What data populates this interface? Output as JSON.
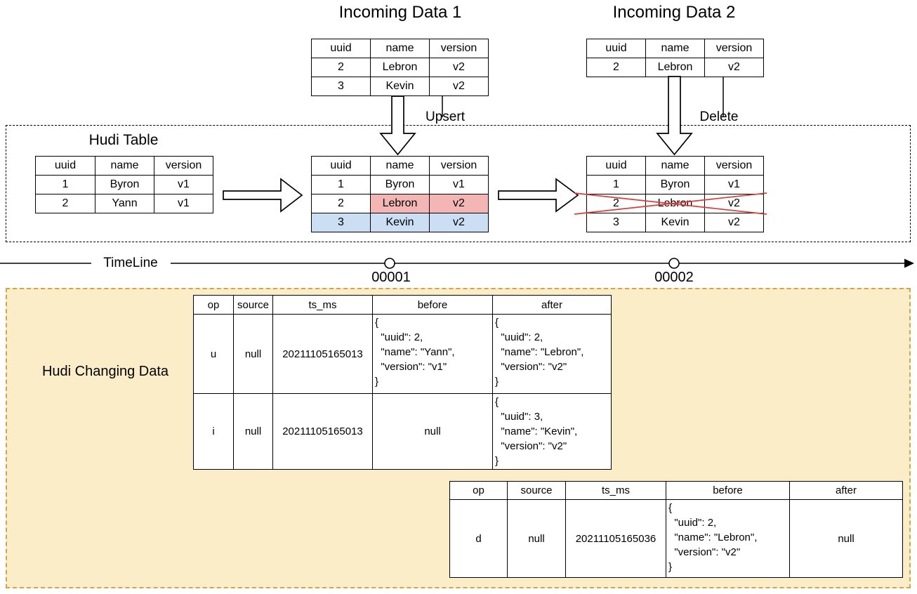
{
  "titles": {
    "incoming1": "Incoming Data 1",
    "incoming2": "Incoming Data 2",
    "hudi_table": "Hudi Table",
    "timeline": "TimeLine",
    "changing_data": "Hudi Changing Data"
  },
  "labels": {
    "upsert": "Upsert",
    "delete": "Delete",
    "commit1": "00001",
    "commit2": "00002"
  },
  "colors": {
    "highlight_red_fill": "#F4B6B4",
    "highlight_red_border": "#BC5854",
    "highlight_blue_fill": "#CBDEF4",
    "highlight_blue_border": "#6C8EBF",
    "cross_red": "#DB3B3B",
    "changing_bg": "#FCEDC9",
    "changing_border": "#CDA64E"
  },
  "record_tables": {
    "columns": [
      "uuid",
      "name",
      "version"
    ],
    "incoming1": {
      "rows": [
        [
          "2",
          "Lebron",
          "v2"
        ],
        [
          "3",
          "Kevin",
          "v2"
        ]
      ]
    },
    "incoming2": {
      "rows": [
        [
          "2",
          "Lebron",
          "v2"
        ]
      ]
    },
    "hudi_before": {
      "rows": [
        [
          "1",
          "Byron",
          "v1"
        ],
        [
          "2",
          "Yann",
          "v1"
        ]
      ]
    },
    "hudi_after_upsert": {
      "rows": [
        [
          "1",
          "Byron",
          "v1"
        ],
        [
          "2",
          "Lebron",
          "v2"
        ],
        [
          "3",
          "Kevin",
          "v2"
        ]
      ]
    },
    "hudi_after_delete": {
      "rows": [
        [
          "1",
          "Byron",
          "v1"
        ],
        [
          "2",
          "Lebron",
          "v2"
        ],
        [
          "3",
          "Kevin",
          "v2"
        ]
      ]
    }
  },
  "cdc_tables": {
    "columns": [
      "op",
      "source",
      "ts_ms",
      "before",
      "after"
    ],
    "table1": {
      "rows": [
        {
          "op": "u",
          "source": "null",
          "ts_ms": "20211105165013",
          "before": "{\n  \"uuid\": 2,\n  \"name\": \"Yann\",\n  \"version\": \"v1\"\n}",
          "after": "{\n  \"uuid\": 2,\n  \"name\": \"Lebron\",\n  \"version\": \"v2\"\n}"
        },
        {
          "op": "i",
          "source": "null",
          "ts_ms": "20211105165013",
          "before": "null",
          "after": "{\n  \"uuid\": 3,\n  \"name\": \"Kevin\",\n  \"version\": \"v2\"\n}"
        }
      ]
    },
    "table2": {
      "rows": [
        {
          "op": "d",
          "source": "null",
          "ts_ms": "20211105165036",
          "before": "{\n  \"uuid\": 2,\n  \"name\": \"Lebron\",\n  \"version\": \"v2\"\n}",
          "after": "null"
        }
      ]
    }
  }
}
